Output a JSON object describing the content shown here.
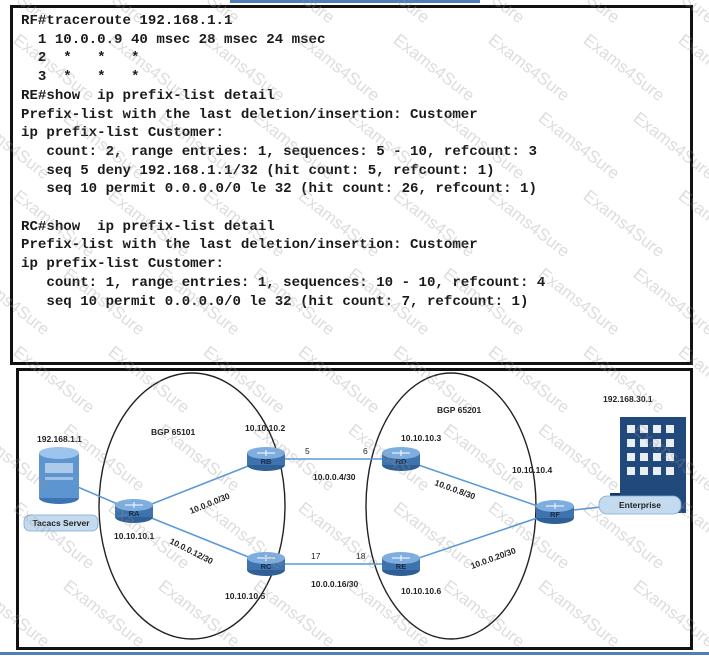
{
  "cli": {
    "lines": [
      "RF#traceroute 192.168.1.1",
      "  1 10.0.0.9 40 msec 28 msec 24 msec",
      "  2  *   *   *",
      "  3  *   *   *",
      "RE#show  ip prefix-list detail",
      "Prefix-list with the last deletion/insertion: Customer",
      "ip prefix-list Customer:",
      "   count: 2, range entries: 1, sequences: 5 - 10, refcount: 3",
      "   seq 5 deny 192.168.1.1/32 (hit count: 5, refcount: 1)",
      "   seq 10 permit 0.0.0.0/0 le 32 (hit count: 26, refcount: 1)",
      "",
      "RC#show  ip prefix-list detail",
      "Prefix-list with the last deletion/insertion: Customer",
      "ip prefix-list Customer:",
      "   count: 1, range entries: 1, sequences: 10 - 10, refcount: 4",
      "   seq 10 permit 0.0.0.0/0 le 32 (hit count: 7, refcount: 1)"
    ]
  },
  "diagram": {
    "as_left": "BGP 65101",
    "as_right": "BGP 65201",
    "server": {
      "ip": "192.168.1.1",
      "label": "Tacacs Server"
    },
    "enterprise": {
      "ip": "192.168.30.1",
      "label": "Enterprise"
    },
    "routers": {
      "ra": {
        "name": "RA",
        "ip": "10.10.10.1"
      },
      "rb": {
        "name": "RB",
        "ip": "10.10.10.2"
      },
      "rc": {
        "name": "RC",
        "ip": "10.10.10.5"
      },
      "rd": {
        "name": "RD",
        "ip": "10.10.10.3"
      },
      "re": {
        "name": "RE",
        "ip": "10.10.10.6"
      },
      "rf": {
        "name": "RF",
        "ip": "10.10.10.4"
      }
    },
    "links": {
      "ra_rb": "10.0.0.0/30",
      "ra_rc": "10.0.0.12/30",
      "rb_rd": "10.0.0.4/30",
      "rc_re": "10.0.0.16/30",
      "rd_rf": "10.0.0.8/30",
      "re_rf": "10.0.0.20/30"
    },
    "interfaces": {
      "rb_rd_left": "5",
      "rb_rd_right": "6",
      "rc_re_left": "17",
      "rc_re_right": "18"
    }
  },
  "watermark": "Exams4Sure"
}
